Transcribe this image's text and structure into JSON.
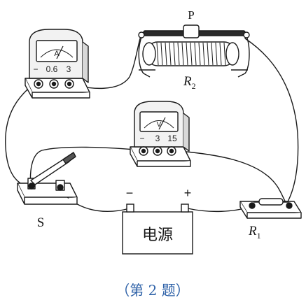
{
  "ammeter": {
    "unit": "A",
    "terminals": [
      "−",
      "0.6",
      "3"
    ]
  },
  "voltmeter": {
    "unit": "V",
    "terminals": [
      "−",
      "3",
      "15"
    ]
  },
  "rheostat": {
    "slider_label": "P",
    "label_main": "R",
    "label_sub": "2"
  },
  "resistor": {
    "label_main": "R",
    "label_sub": "1"
  },
  "switch": {
    "label": "S"
  },
  "power_supply": {
    "label": "电源",
    "neg": "−",
    "pos": "+"
  },
  "caption": "（第 2 题）"
}
